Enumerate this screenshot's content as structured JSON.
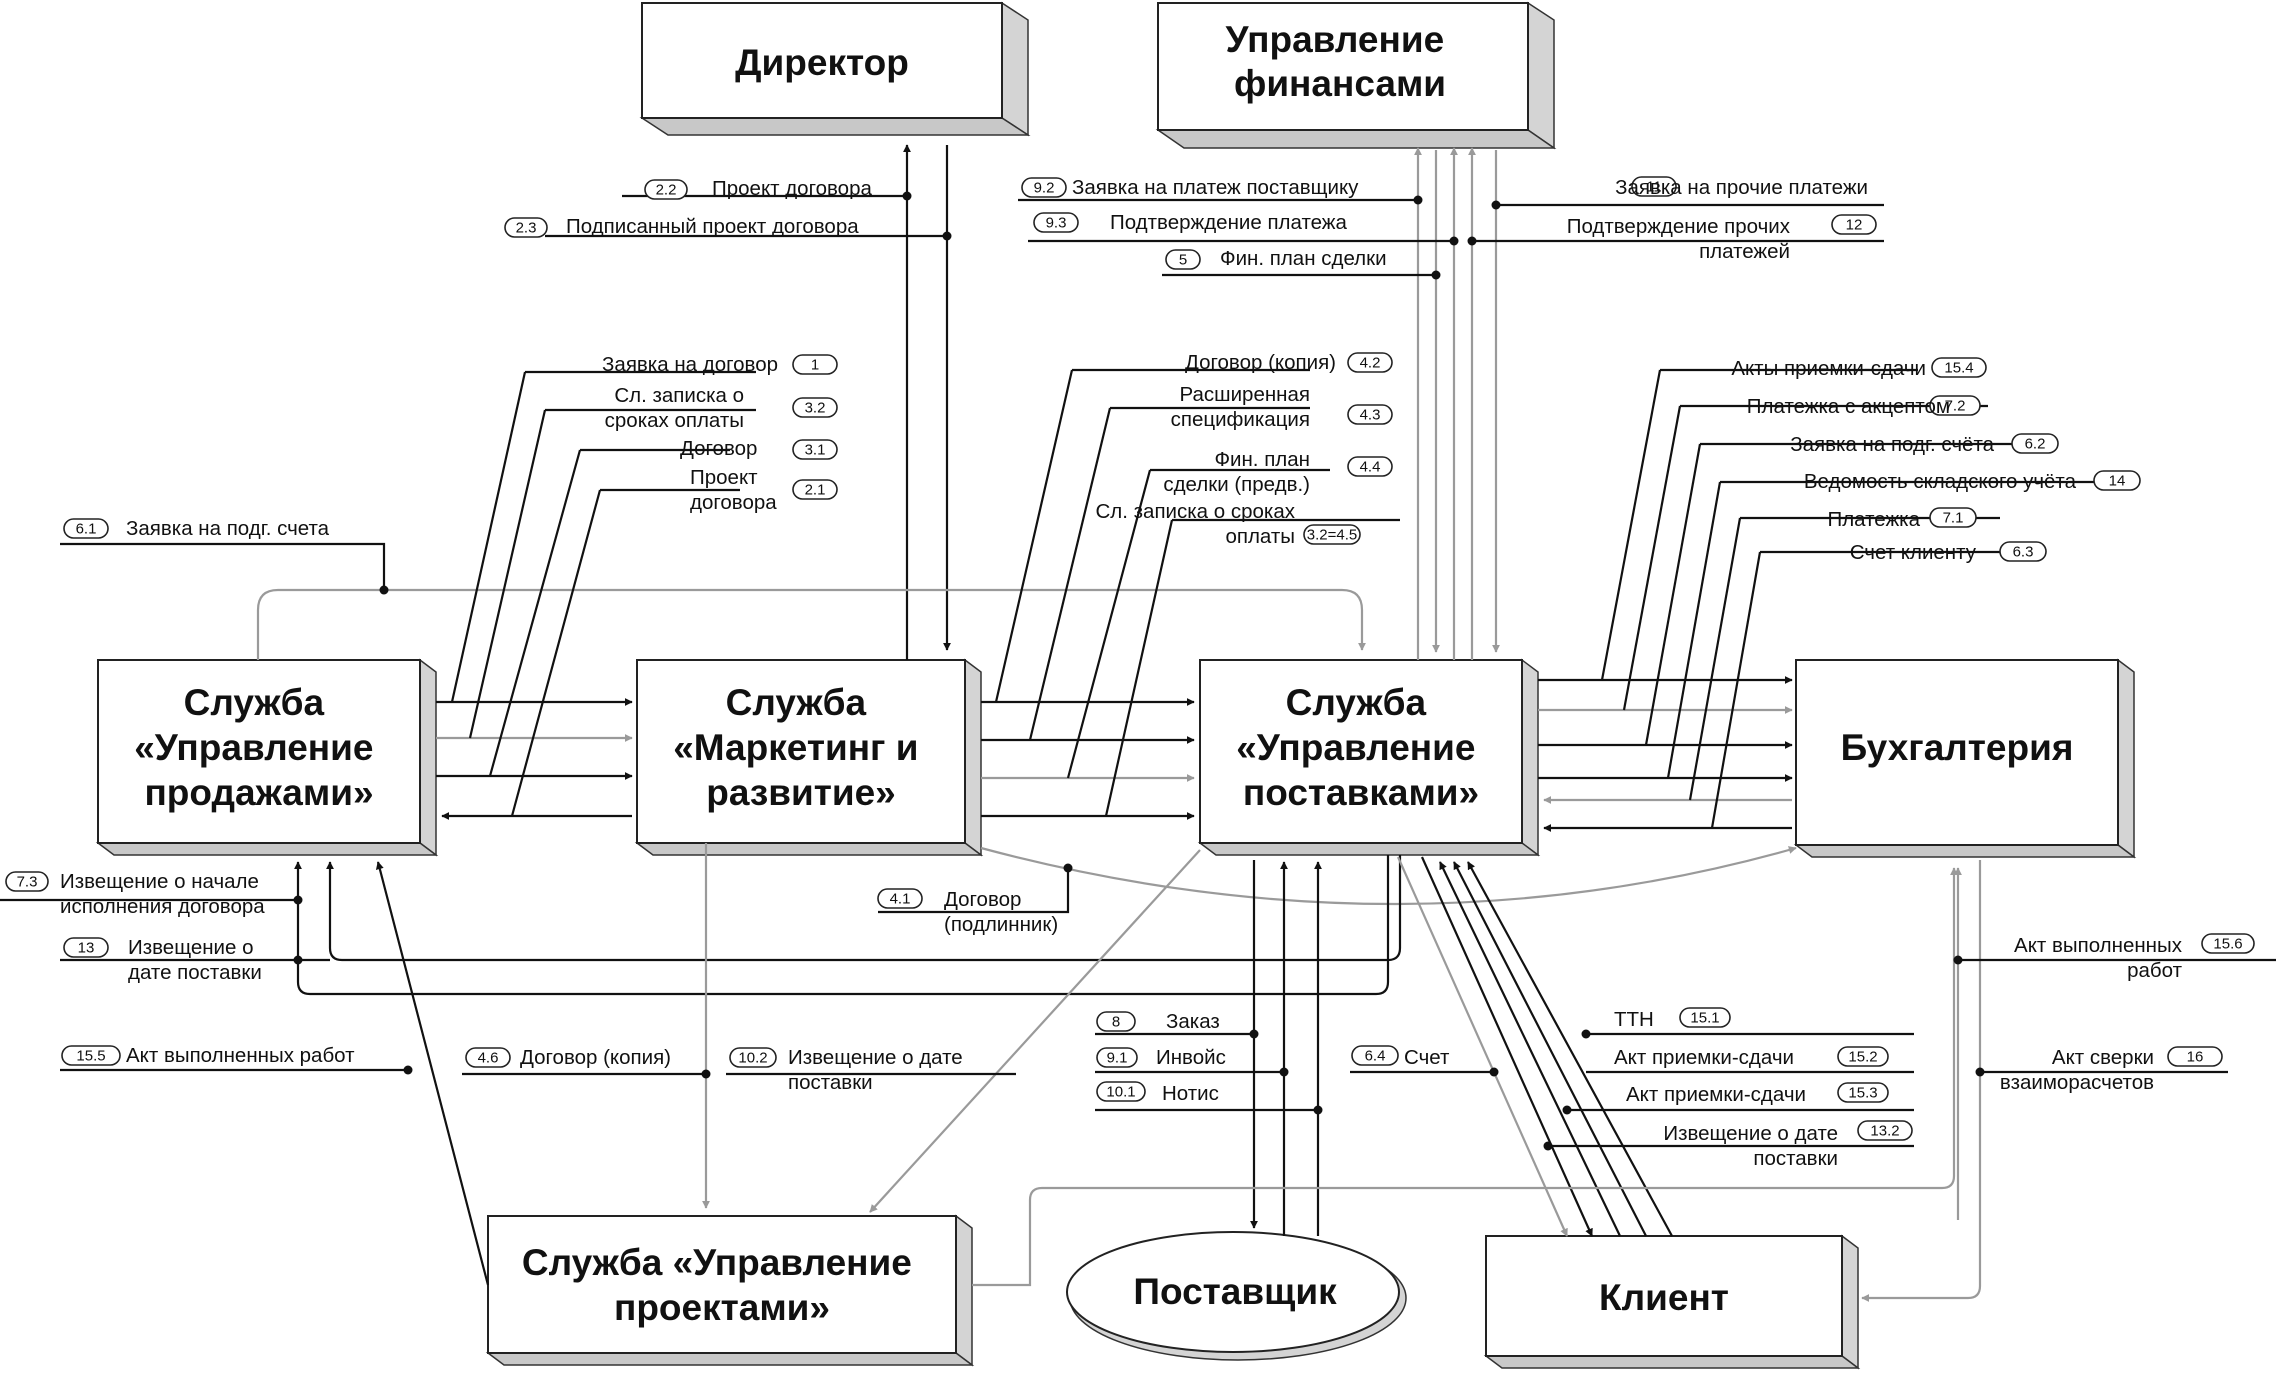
{
  "entities": {
    "director": {
      "title": [
        "Директор"
      ]
    },
    "finance": {
      "title": [
        "Управление",
        "финансами"
      ]
    },
    "sales": {
      "title": [
        "Служба",
        "«Управление",
        "продажами»"
      ]
    },
    "marketing": {
      "title": [
        "Служба",
        "«Маркетинг и",
        "развитие»"
      ]
    },
    "supply": {
      "title": [
        "Служба",
        "«Управление",
        "поставками»"
      ]
    },
    "accounting": {
      "title": [
        "Бухгалтерия"
      ]
    },
    "projects": {
      "title": [
        "Служба «Управление",
        "проектами»"
      ]
    },
    "supplier": {
      "title": [
        "Поставщик"
      ]
    },
    "client": {
      "title": [
        "Клиент"
      ]
    }
  },
  "flows": [
    {
      "num": "2.2",
      "text": [
        "Проект договора"
      ]
    },
    {
      "num": "2.3",
      "text": [
        "Подписанный проект договора"
      ]
    },
    {
      "num": "9.2",
      "text": [
        "Заявка на платеж поставщику"
      ]
    },
    {
      "num": "9.3",
      "text": [
        "Подтверждение платежа"
      ]
    },
    {
      "num": "5",
      "text": [
        "Фин. план сделки"
      ]
    },
    {
      "num": "11",
      "text": [
        "Заявка на прочие платежи"
      ]
    },
    {
      "num": "12",
      "text": [
        "Подтверждение прочих",
        "платежей"
      ]
    },
    {
      "num": "1",
      "text": [
        "Заявка на договор"
      ]
    },
    {
      "num": "3.2",
      "text": [
        "Сл. записка о",
        "сроках оплаты"
      ]
    },
    {
      "num": "3.1",
      "text": [
        "Договор"
      ]
    },
    {
      "num": "2.1",
      "text": [
        "Проект",
        "договора"
      ]
    },
    {
      "num": "6.1",
      "text": [
        "Заявка на подг. счета"
      ]
    },
    {
      "num": "4.2",
      "text": [
        "Договор (копия)"
      ]
    },
    {
      "num": "4.3",
      "text": [
        "Расширенная",
        "спецификация"
      ]
    },
    {
      "num": "4.4",
      "text": [
        "Фин. план",
        "сделки (предв.)"
      ]
    },
    {
      "num": "3.2=4.5",
      "text": [
        "Сл. записка о сроках",
        "оплаты"
      ]
    },
    {
      "num": "15.4",
      "text": [
        "Акты приемки-сдачи"
      ]
    },
    {
      "num": "7.2",
      "text": [
        "Платежка с акцептом"
      ]
    },
    {
      "num": "6.2",
      "text": [
        "Заявка на подг. счёта"
      ]
    },
    {
      "num": "14",
      "text": [
        "Ведомость складского учёта"
      ]
    },
    {
      "num": "7.1",
      "text": [
        "Платежка"
      ]
    },
    {
      "num": "6.3",
      "text": [
        "Счет клиенту"
      ]
    },
    {
      "num": "7.3",
      "text": [
        "Извещение о начале",
        "исполнения договора"
      ]
    },
    {
      "num": "13",
      "text": [
        "Извещение о",
        "дате поставки"
      ]
    },
    {
      "num": "4.1",
      "text": [
        "Договор",
        "(подлинник)"
      ]
    },
    {
      "num": "15.5",
      "text": [
        "Акт выполненных работ"
      ]
    },
    {
      "num": "4.6",
      "text": [
        "Договор (копия)"
      ]
    },
    {
      "num": "10.2",
      "text": [
        "Извещение о дате",
        "поставки"
      ]
    },
    {
      "num": "8",
      "text": [
        "Заказ"
      ]
    },
    {
      "num": "9.1",
      "text": [
        "Инвойс"
      ]
    },
    {
      "num": "10.1",
      "text": [
        "Нотис"
      ]
    },
    {
      "num": "6.4",
      "text": [
        "Счет"
      ]
    },
    {
      "num": "15.1",
      "text": [
        "ТТН"
      ]
    },
    {
      "num": "15.2",
      "text": [
        "Акт приемки-сдачи"
      ]
    },
    {
      "num": "15.3",
      "text": [
        "Акт приемки-сдачи"
      ]
    },
    {
      "num": "13.2",
      "text": [
        "Извещение о дате",
        "поставки"
      ]
    },
    {
      "num": "15.6",
      "text": [
        "Акт выполненных",
        "работ"
      ]
    },
    {
      "num": "16",
      "text": [
        "Акт сверки",
        "взаиморасчетов"
      ]
    }
  ]
}
